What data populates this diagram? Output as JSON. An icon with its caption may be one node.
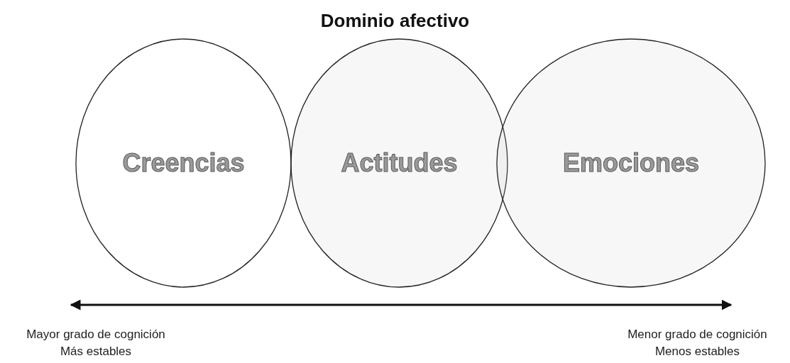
{
  "diagram": {
    "title": "Dominio afectivo",
    "nodes": [
      {
        "text": [
          "Creencias"
        ]
      },
      {
        "text": [
          "Actitudes"
        ]
      },
      {
        "text": [
          "Emociones"
        ]
      }
    ],
    "labels": [
      "Mayor grado de cognición",
      "Más estables",
      "Menor grado de cognición",
      "Menos estables"
    ]
  }
}
